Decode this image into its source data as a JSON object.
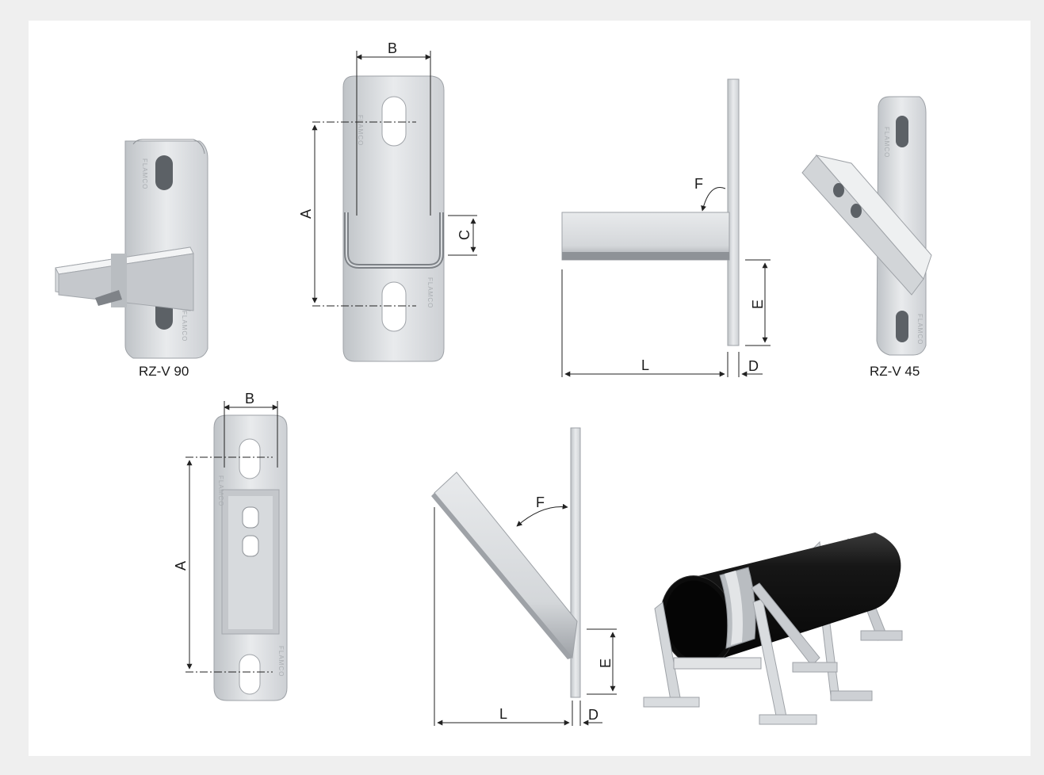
{
  "captions": {
    "rzv90": "RZ-V 90",
    "rzv45": "RZ-V 45"
  },
  "labels": {
    "A": "A",
    "B": "B",
    "C": "C",
    "D": "D",
    "E": "E",
    "F": "F",
    "L": "L"
  },
  "brand_mark": "FLAMCO",
  "colors": {
    "page_bg": "#efefef",
    "card_bg": "#ffffff",
    "steel_light": "#e4e6e8",
    "steel_mid": "#c9ccd0",
    "steel_dark": "#a3a7ac",
    "pipe": "#1a1a1a",
    "line": "#222222"
  }
}
